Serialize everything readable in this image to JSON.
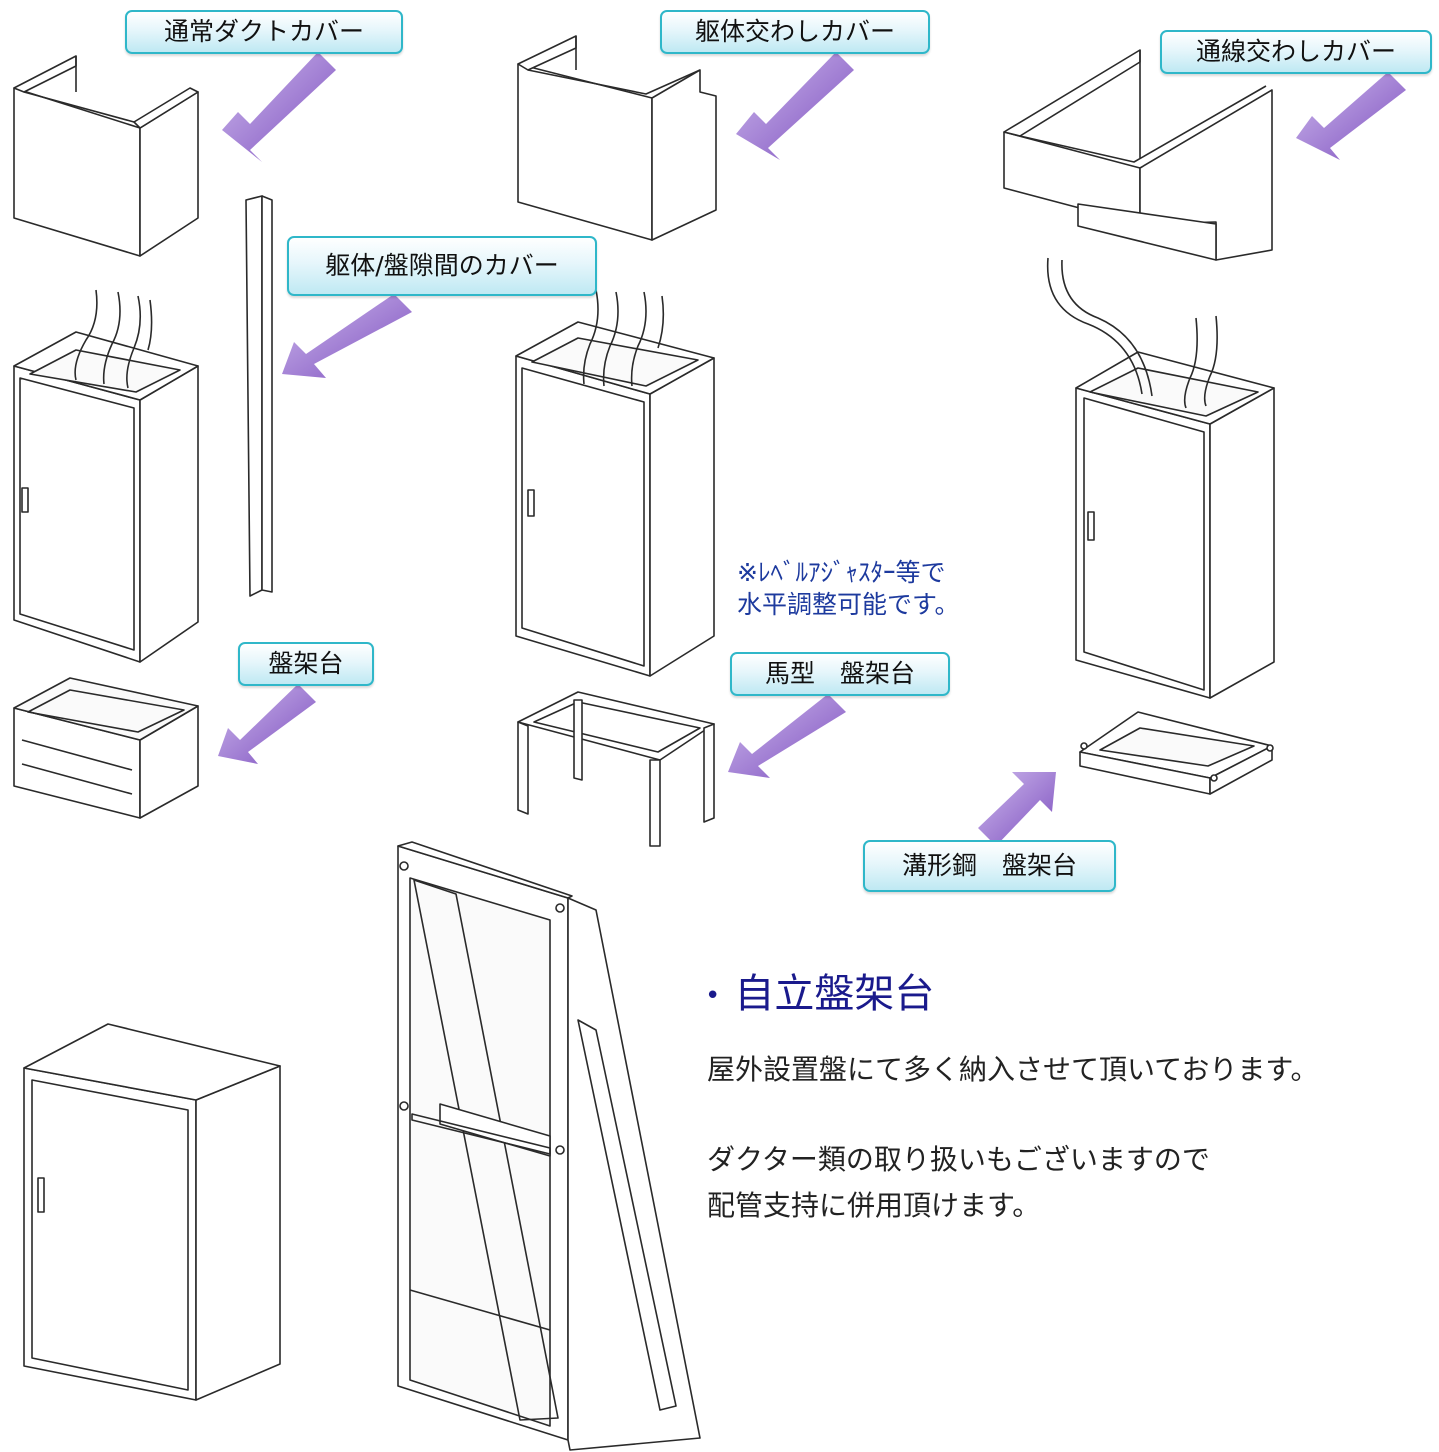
{
  "labels": {
    "normal_duct_cover": "通常ダクトカバー",
    "body_cross_cover": "躯体交わしカバー",
    "wiring_cross_cover": "通線交わしカバー",
    "gap_cover": "躯体/盤隙間のカバー",
    "panel_stand": "盤架台",
    "horse_stand": "馬型　盤架台",
    "channel_stand": "溝形鋼　盤架台"
  },
  "note": {
    "line1": "※ﾚﾍﾞﾙｱｼﾞｬｽﾀｰ等で",
    "line2": "水平調整可能です。"
  },
  "section": {
    "title": "自立盤架台",
    "bullet": "•",
    "line1": "屋外設置盤にて多く納入させて頂いております。",
    "line2": "ダクター類の取り扱いもございますので",
    "line3": "配管支持に併用頂けます。"
  },
  "colors": {
    "arrow": "#8a5cc4",
    "label_border": "#2fb7c9",
    "title": "#1a1a8c",
    "note": "#1d3a9e"
  }
}
